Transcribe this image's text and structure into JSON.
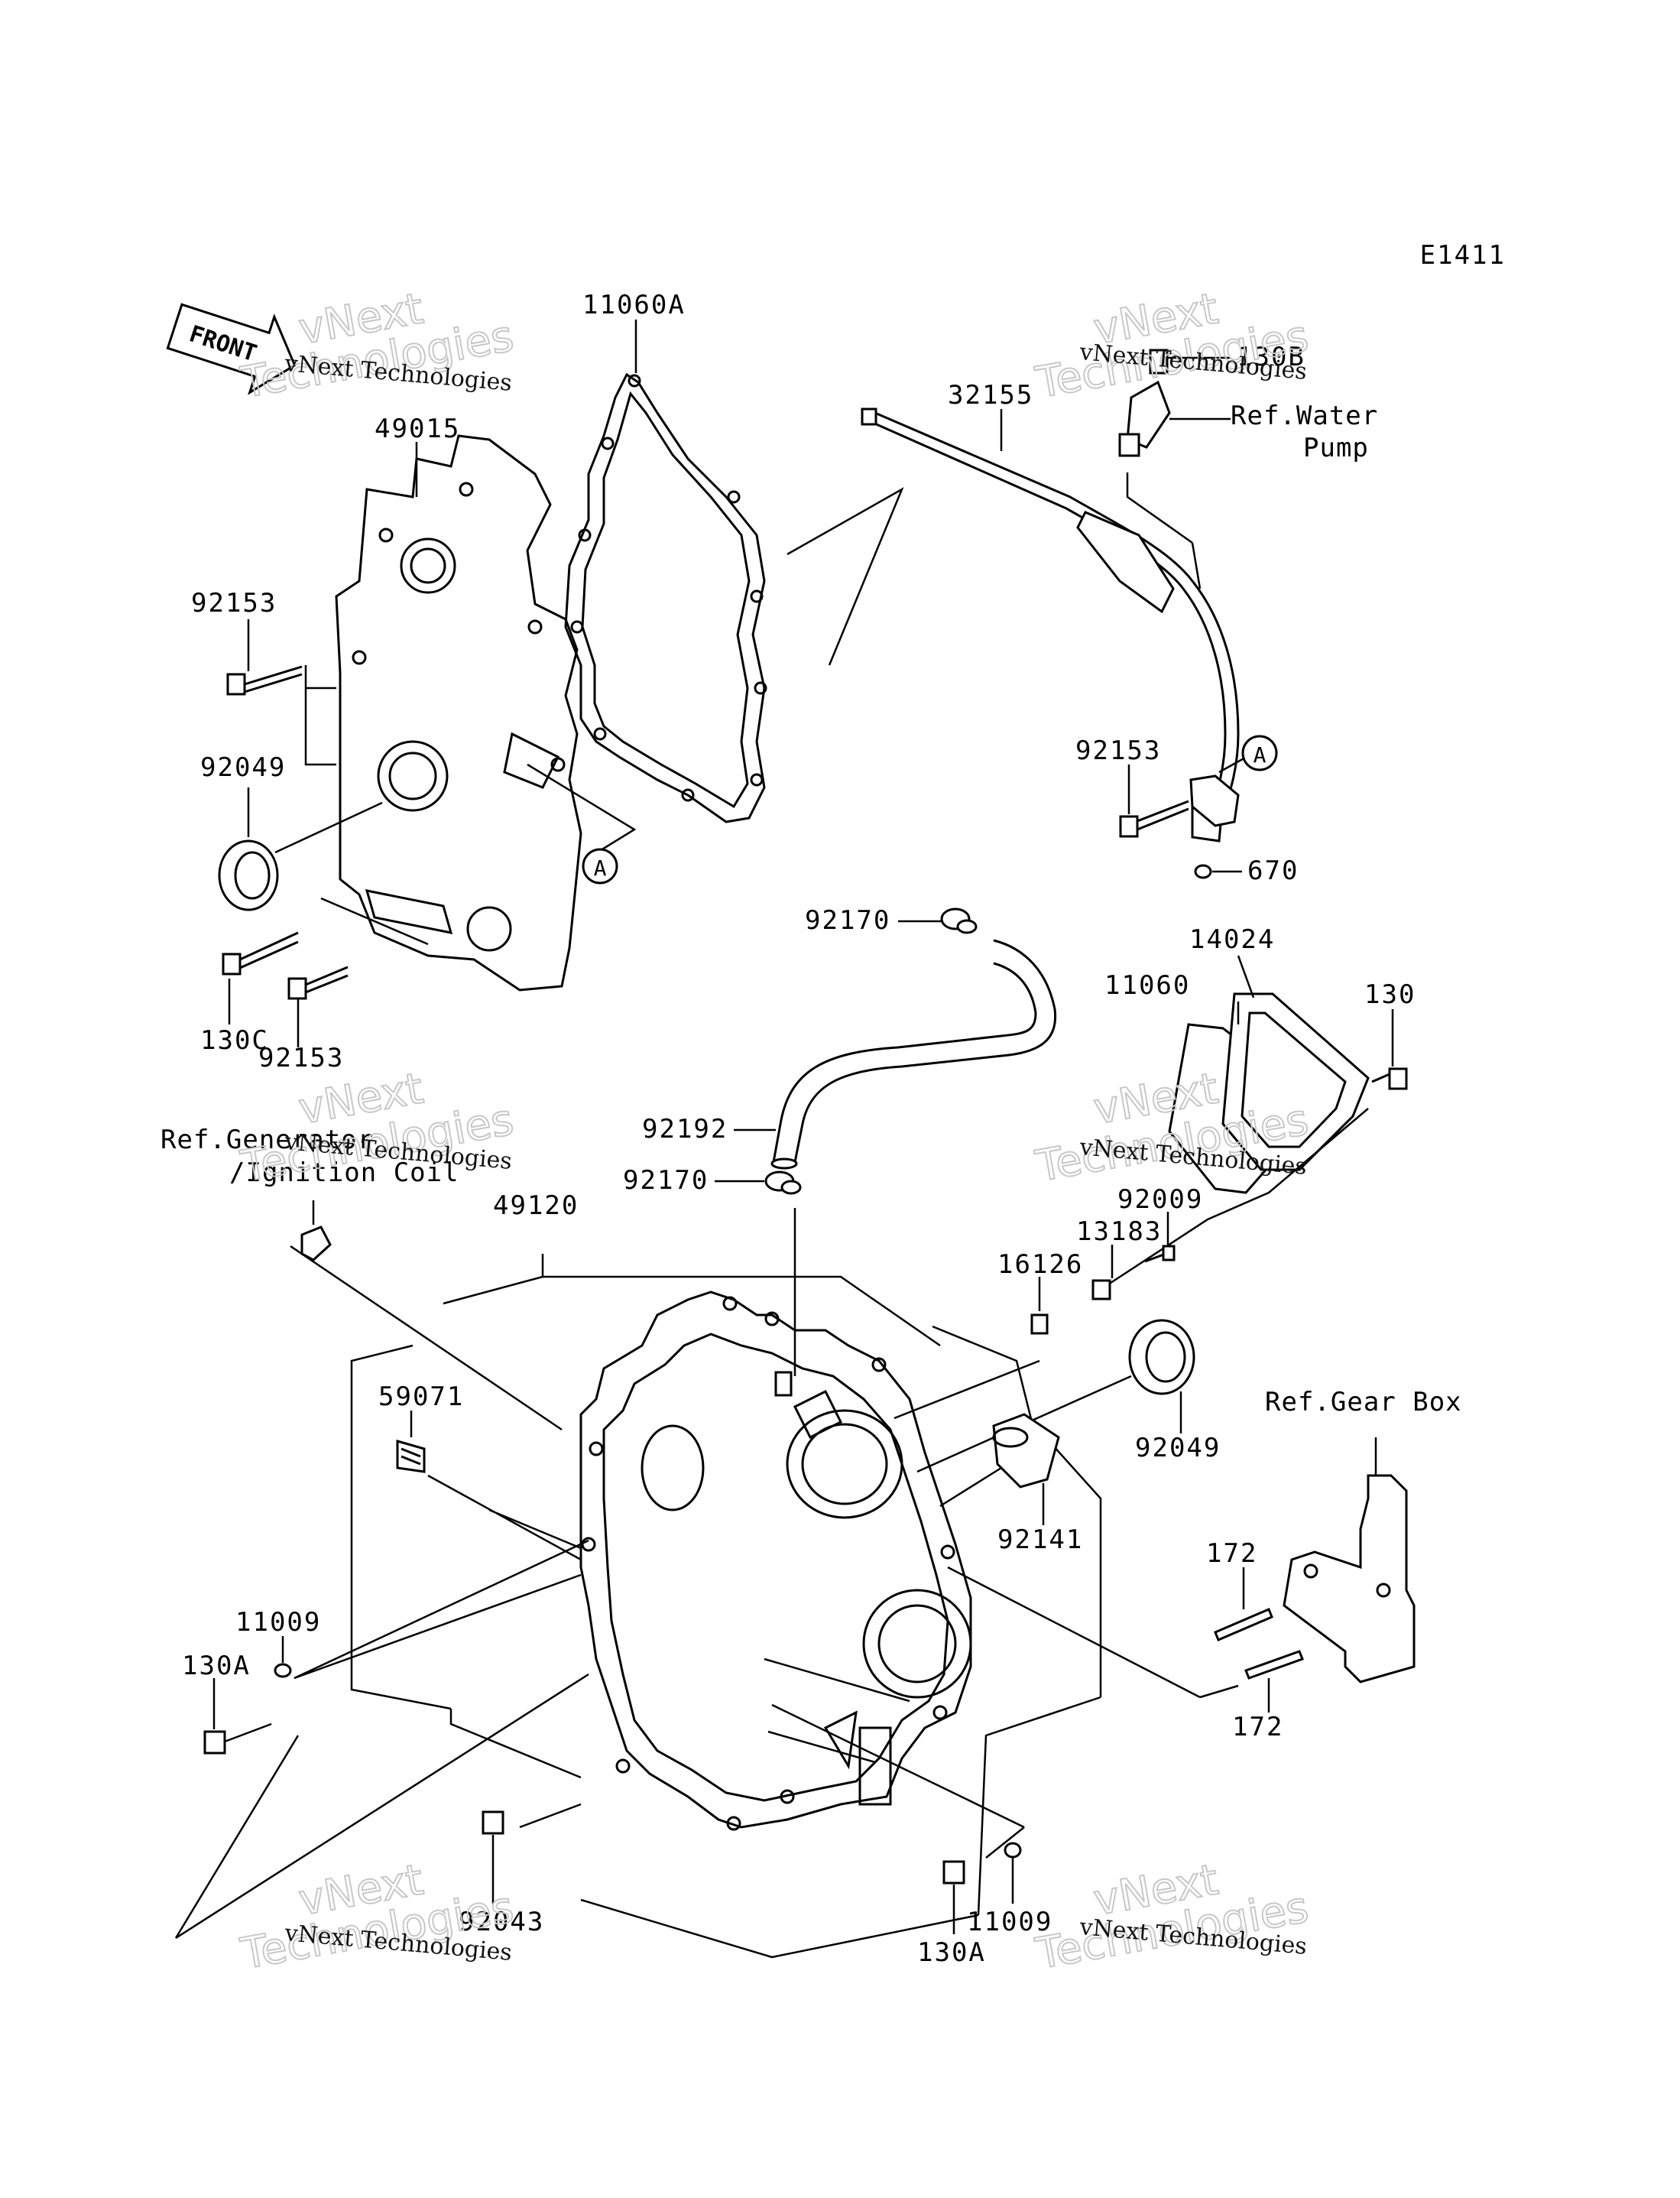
{
  "diagram_code": "E1411",
  "front_arrow_label": "FRONT",
  "parts": [
    {
      "id": "11060A",
      "label": "11060A"
    },
    {
      "id": "49015",
      "label": "49015"
    },
    {
      "id": "92153-a",
      "label": "92153"
    },
    {
      "id": "92049-a",
      "label": "92049"
    },
    {
      "id": "130C",
      "label": "130C"
    },
    {
      "id": "92153-b",
      "label": "92153"
    },
    {
      "id": "32155",
      "label": "32155"
    },
    {
      "id": "130B",
      "label": "130B"
    },
    {
      "id": "92153-c",
      "label": "92153"
    },
    {
      "id": "670",
      "label": "670"
    },
    {
      "id": "92170-a",
      "label": "92170"
    },
    {
      "id": "14024",
      "label": "14024"
    },
    {
      "id": "11060",
      "label": "11060"
    },
    {
      "id": "130",
      "label": "130"
    },
    {
      "id": "92192",
      "label": "92192"
    },
    {
      "id": "92170-b",
      "label": "92170"
    },
    {
      "id": "49120",
      "label": "49120"
    },
    {
      "id": "92009",
      "label": "92009"
    },
    {
      "id": "13183",
      "label": "13183"
    },
    {
      "id": "16126",
      "label": "16126"
    },
    {
      "id": "59071",
      "label": "59071"
    },
    {
      "id": "92049-b",
      "label": "92049"
    },
    {
      "id": "92141",
      "label": "92141"
    },
    {
      "id": "172-a",
      "label": "172"
    },
    {
      "id": "172-b",
      "label": "172"
    },
    {
      "id": "11009-a",
      "label": "11009"
    },
    {
      "id": "130A-a",
      "label": "130A"
    },
    {
      "id": "92043",
      "label": "92043"
    },
    {
      "id": "11009-b",
      "label": "11009"
    },
    {
      "id": "130A-b",
      "label": "130A"
    }
  ],
  "references": {
    "water_pump_line1": "Ref.Water",
    "water_pump_line2": "Pump",
    "generator_line1": "Ref.Generator",
    "generator_line2": "/Ignition Coil",
    "gear_box": "Ref.Gear Box"
  },
  "callout_marker": "A",
  "watermark": {
    "small": "vNext Technologies",
    "big_line1": "vNext",
    "big_line2": "Technologies"
  }
}
